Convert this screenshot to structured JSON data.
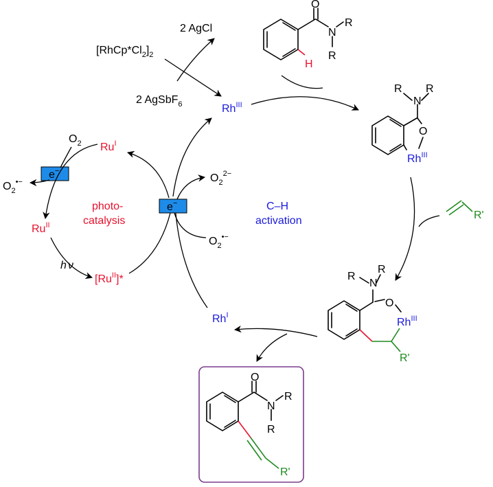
{
  "colors": {
    "black": "#000000",
    "ru_red": "#e8112d",
    "rh_blue": "#1a1adc",
    "alkene_green": "#1e8a1e",
    "electron_box": "#1e8be8",
    "product_frame": "#7a3b8c"
  },
  "reagents": {
    "rh_dimer_main": "[RhCp*Cl",
    "rh_dimer_sub1": "2",
    "rh_dimer_close": "]",
    "rh_dimer_sub2": "2",
    "agcl": "2 AgCl",
    "agsbf6_main": "2 AgSbF",
    "agsbf6_sub": "6"
  },
  "rhodium": {
    "rh3": "Rh",
    "rh3_sup": "III",
    "rh1": "Rh",
    "rh1_sup": "I"
  },
  "ruthenium": {
    "ru1": "Ru",
    "ru1_sup": "I",
    "ru2": "Ru",
    "ru2_sup": "II",
    "excited_open": "[Ru",
    "excited_sup": "II",
    "excited_close": "]*"
  },
  "oxygen": {
    "o2_main": "O",
    "o2_sub": "2",
    "superoxide_main": "O",
    "superoxide_sub": "2",
    "superoxide_sup": "•−",
    "peroxide_main": "O",
    "peroxide_sub": "2",
    "peroxide_sup": "2−"
  },
  "electron_label": "e",
  "electron_sup": "−",
  "cycles": {
    "photocatalysis_line1": "photo-",
    "photocatalysis_line2": "catalysis",
    "ch_activation_line1": "C–H",
    "ch_activation_line2": "activation"
  },
  "hv_h": "h",
  "hv_nu": "ν",
  "atoms": {
    "O": "O",
    "N": "N",
    "R": "R",
    "H": "H",
    "Rh": "Rh",
    "Rh_sup": "III",
    "R_prime": "R'"
  }
}
